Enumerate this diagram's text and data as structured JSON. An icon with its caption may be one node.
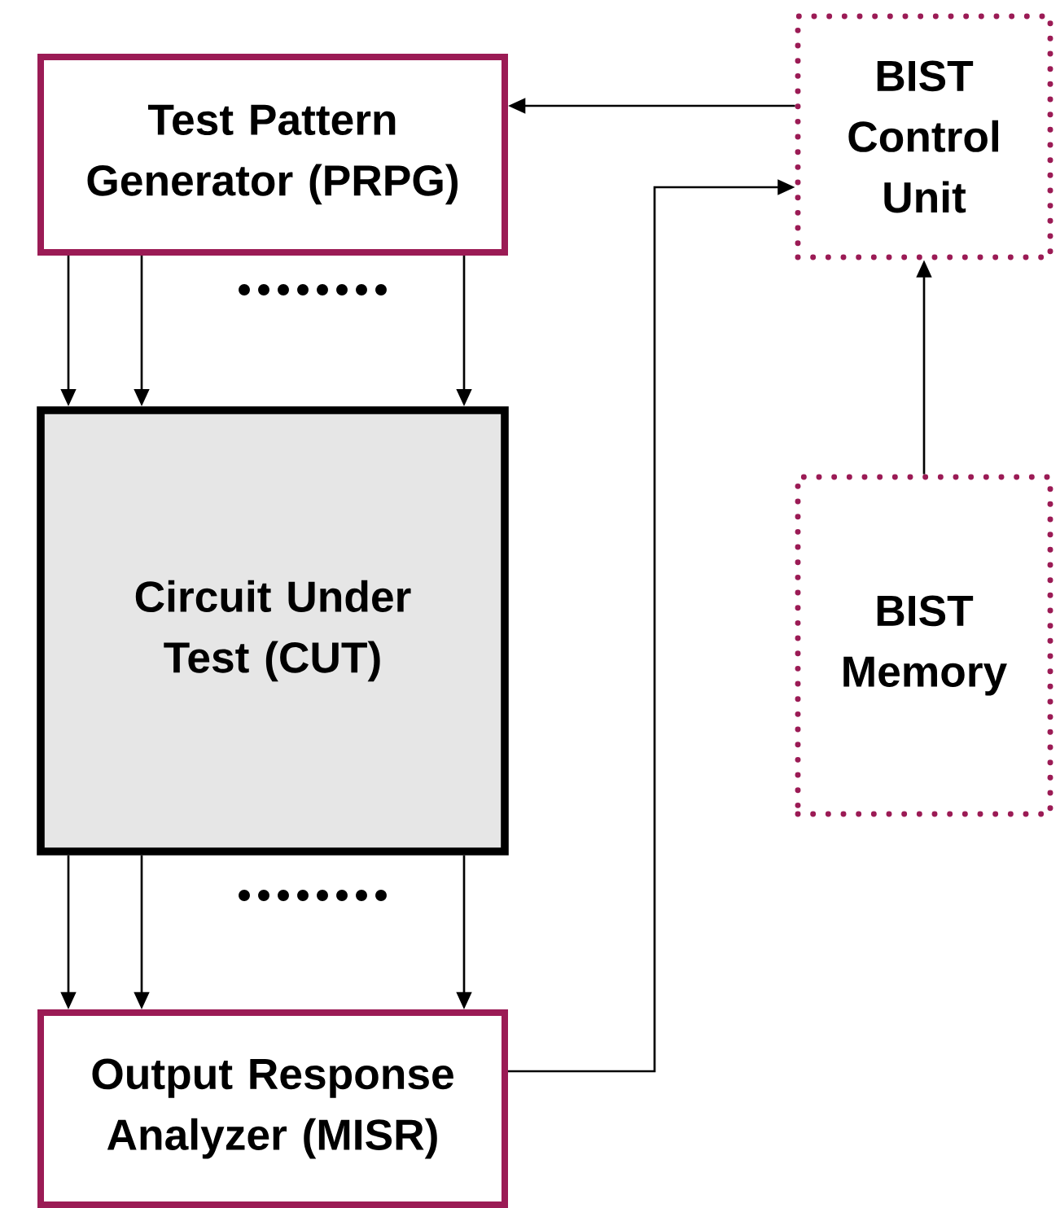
{
  "diagram": {
    "nodes": [
      {
        "text": [
          "Test Pattern Generator (PRPG)"
        ]
      },
      {
        "text": [
          "BIST Control Unit"
        ]
      },
      {
        "text": [
          "Circuit Under Test (CUT)"
        ]
      },
      {
        "text": [
          "BIST Memory"
        ]
      },
      {
        "text": [
          "Output Response Analyzer  (MISR)"
        ]
      }
    ],
    "edges": [
      {
        "from": 1,
        "to": 0,
        "arrow": "to"
      },
      {
        "from": 4,
        "to": 1,
        "arrow": "to"
      },
      {
        "from": 3,
        "to": 1,
        "arrow": "to"
      },
      {
        "from": 0,
        "to": 2,
        "arrow": "to"
      },
      {
        "from": 0,
        "to": 2,
        "arrow": "to"
      },
      {
        "from": 0,
        "to": 2,
        "arrow": "to"
      },
      {
        "from": 2,
        "to": 4,
        "arrow": "to"
      },
      {
        "from": 2,
        "to": 4,
        "arrow": "to"
      },
      {
        "from": 2,
        "to": 4,
        "arrow": "to"
      }
    ]
  }
}
